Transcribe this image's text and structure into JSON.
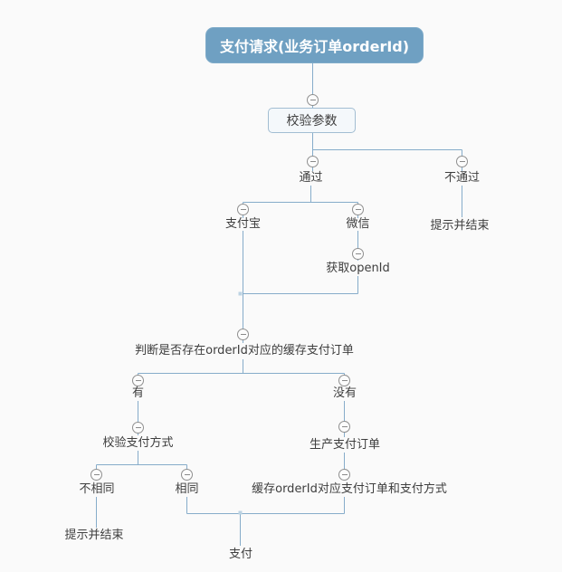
{
  "diagram": {
    "kind": "mind-map-flowchart",
    "background": "#fafafa",
    "colors": {
      "root_fill": "#6fa0c2",
      "root_text": "#ffffff",
      "box_fill": "#f4f8fb",
      "box_border": "#a2bdd2",
      "connector_line": "#86acca",
      "collapse_ring": "#8f8f8f",
      "node_text": "#3e3e3e"
    },
    "collapse_icon": "minus-circle",
    "nodes": {
      "root": {
        "label": "支付请求(业务订单orderId)"
      },
      "validate_params": {
        "label": "校验参数"
      },
      "pass": {
        "label": "通过"
      },
      "fail": {
        "label": "不通过"
      },
      "fail_end": {
        "label": "提示并结束"
      },
      "alipay": {
        "label": "支付宝"
      },
      "wechat": {
        "label": "微信"
      },
      "get_openid": {
        "label": "获取openId"
      },
      "check_cached_order": {
        "label": "判断是否存在orderId对应的缓存支付订单"
      },
      "cache_exists": {
        "label": "有"
      },
      "cache_missing": {
        "label": "没有"
      },
      "verify_pay_method": {
        "label": "校验支付方式"
      },
      "method_different": {
        "label": "不相同"
      },
      "method_same": {
        "label": "相同"
      },
      "create_pay_order": {
        "label": "生产支付订单"
      },
      "cache_pay_order": {
        "label": "缓存orderId对应支付订单和支付方式"
      },
      "different_end": {
        "label": "提示并结束"
      },
      "pay": {
        "label": "支付"
      }
    },
    "edges": [
      [
        "root",
        "validate_params"
      ],
      [
        "validate_params",
        "pass"
      ],
      [
        "validate_params",
        "fail"
      ],
      [
        "fail",
        "fail_end"
      ],
      [
        "pass",
        "alipay"
      ],
      [
        "pass",
        "wechat"
      ],
      [
        "wechat",
        "get_openid"
      ],
      [
        "alipay",
        "check_cached_order"
      ],
      [
        "get_openid",
        "check_cached_order"
      ],
      [
        "check_cached_order",
        "cache_exists"
      ],
      [
        "check_cached_order",
        "cache_missing"
      ],
      [
        "cache_exists",
        "verify_pay_method"
      ],
      [
        "verify_pay_method",
        "method_different"
      ],
      [
        "verify_pay_method",
        "method_same"
      ],
      [
        "method_different",
        "different_end"
      ],
      [
        "cache_missing",
        "create_pay_order"
      ],
      [
        "create_pay_order",
        "cache_pay_order"
      ],
      [
        "method_same",
        "pay"
      ],
      [
        "cache_pay_order",
        "pay"
      ]
    ]
  }
}
